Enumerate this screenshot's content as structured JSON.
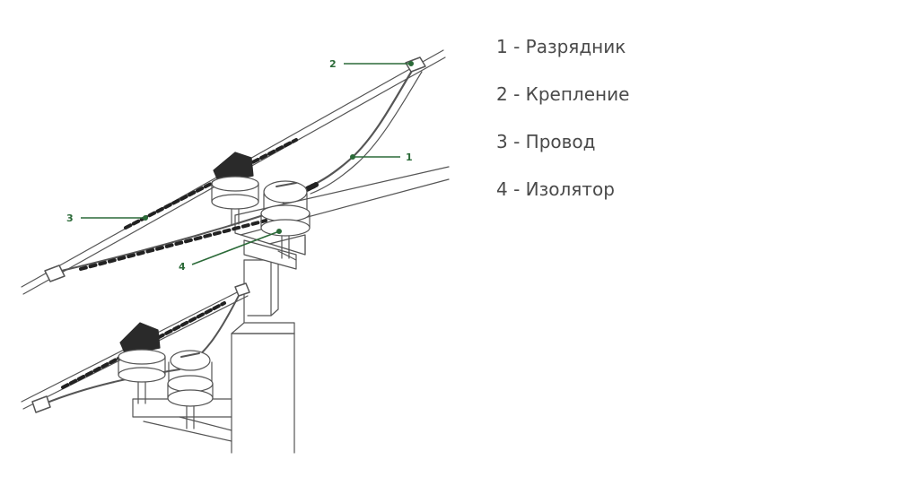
{
  "legend": {
    "items": [
      {
        "label": "1 - Разрядник"
      },
      {
        "label": "2 - Крепление"
      },
      {
        "label": "3 - Провод"
      },
      {
        "label": "4 - Изолятор"
      }
    ]
  },
  "callouts": {
    "c1": "1",
    "c2": "2",
    "c3": "3",
    "c4": "4"
  },
  "colors": {
    "callout": "#2b6a38",
    "legend_text": "#4a4a4a",
    "line_art": "#555555"
  }
}
